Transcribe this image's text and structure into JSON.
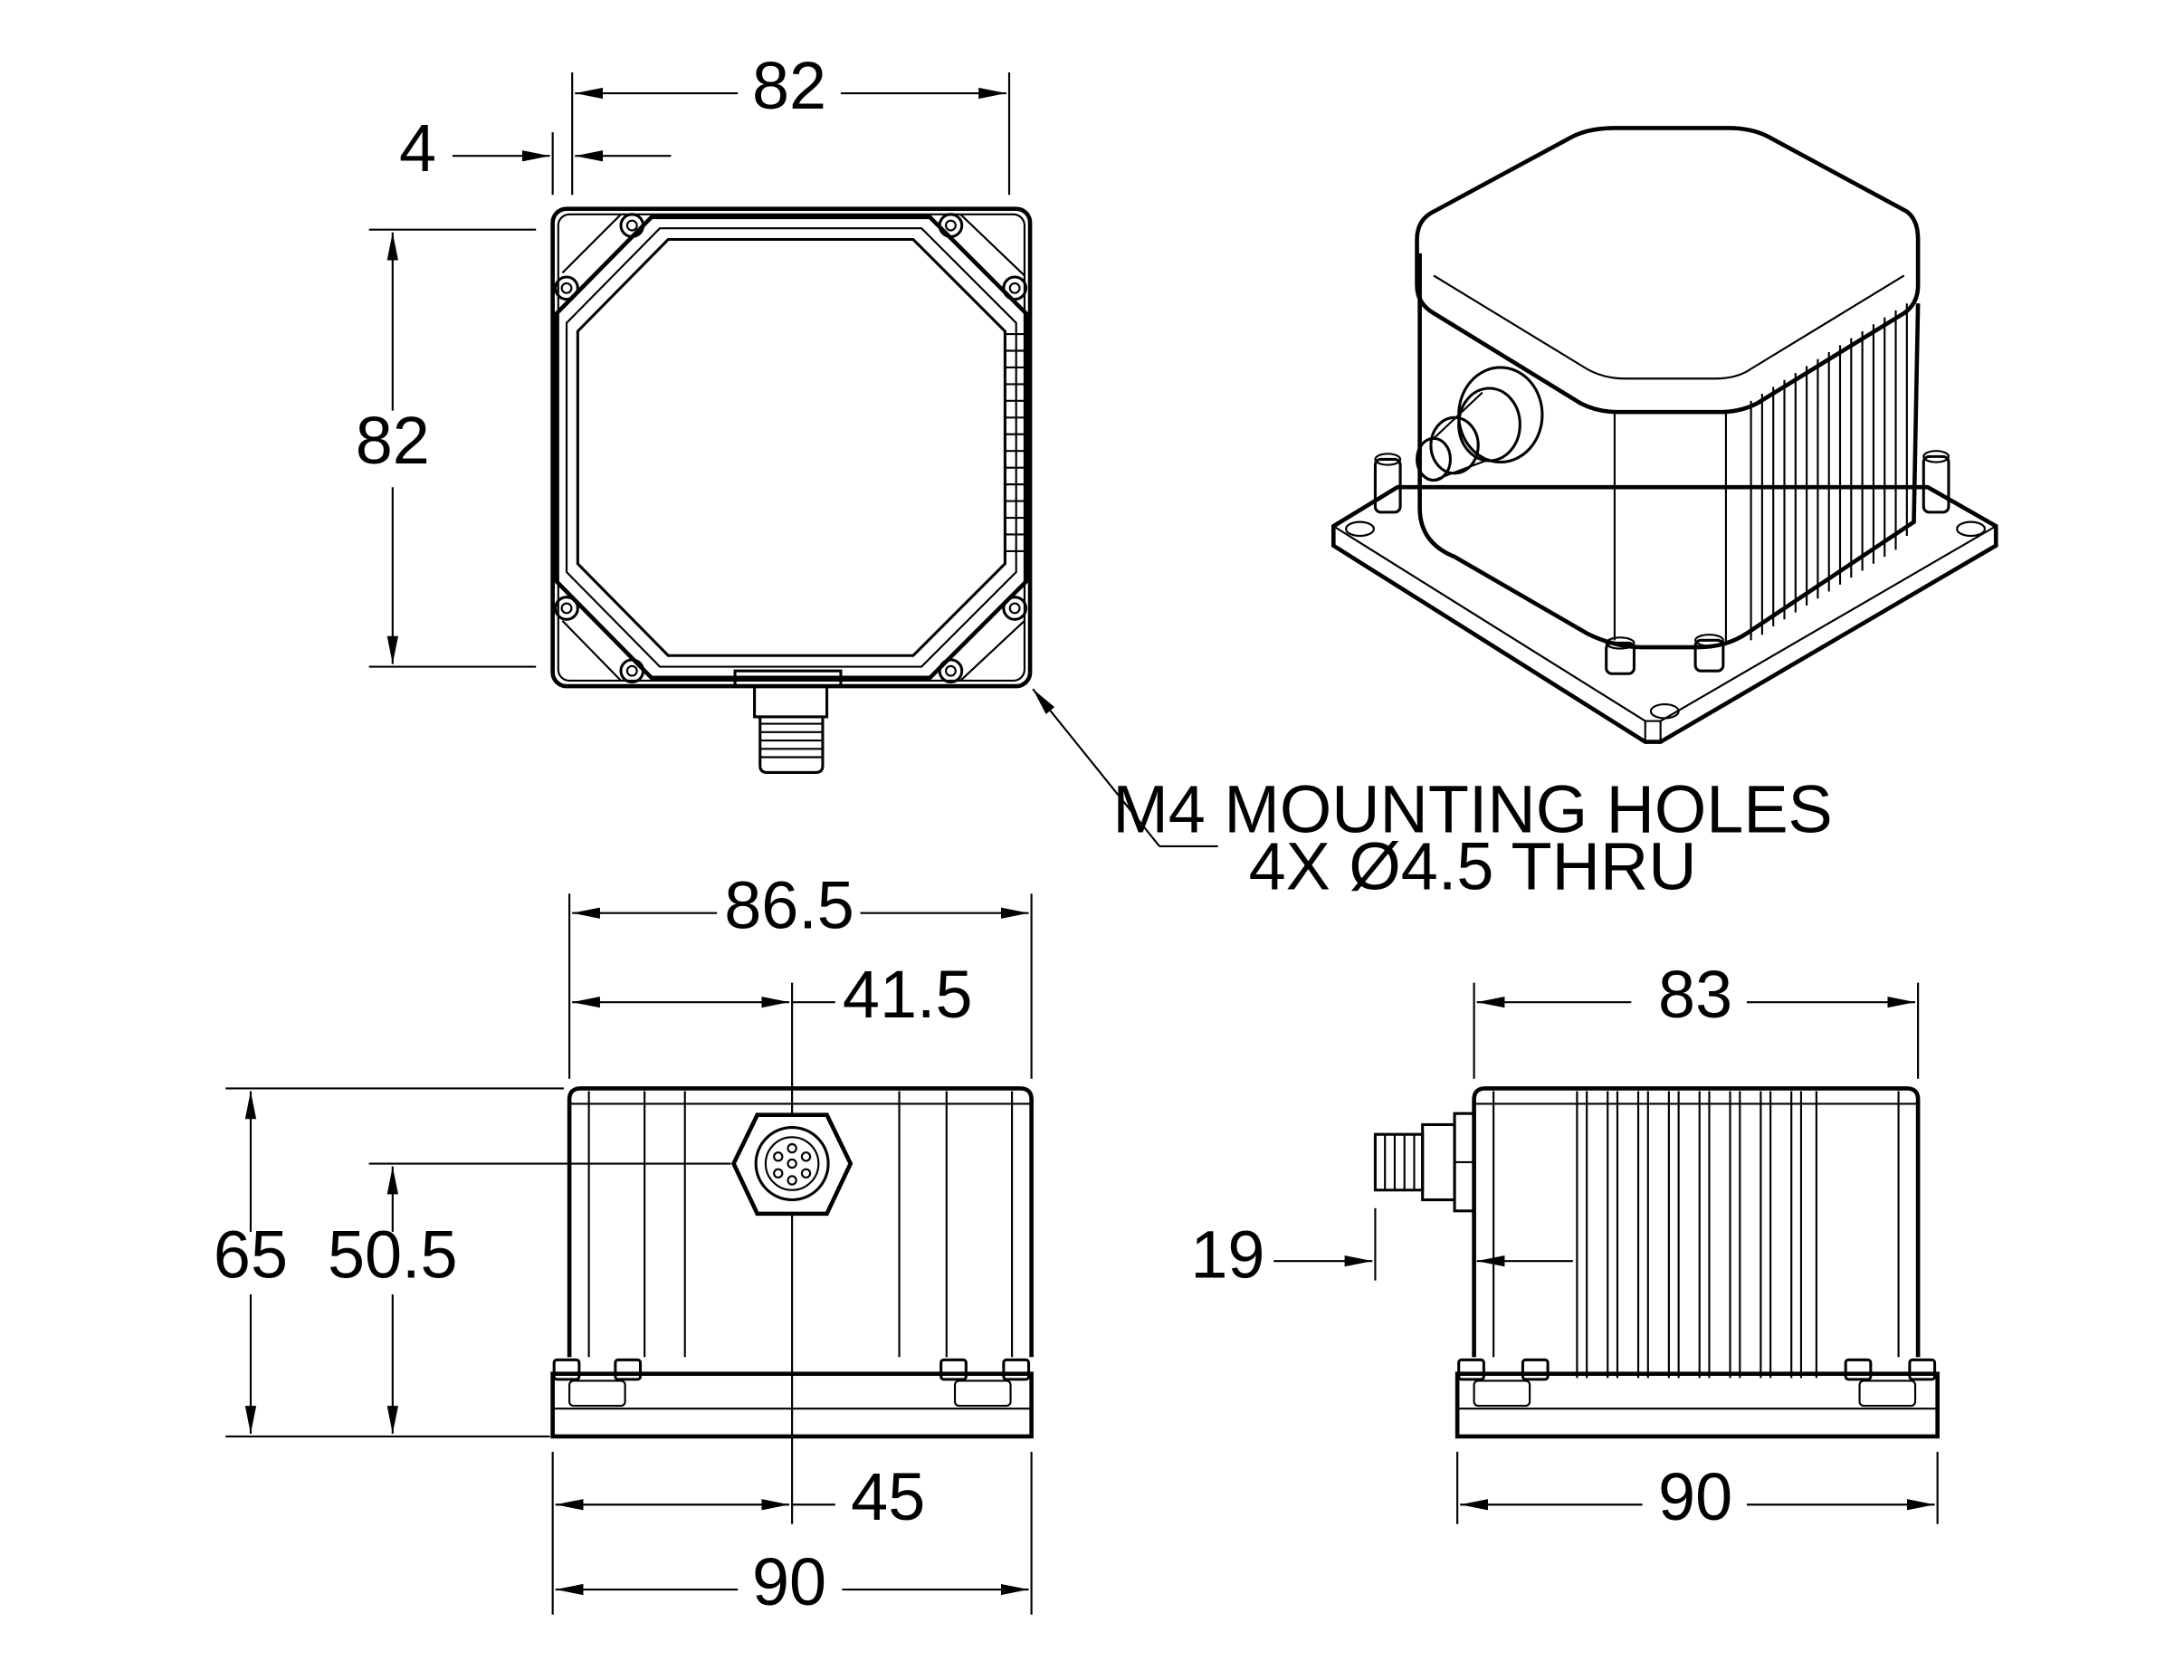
{
  "dimensions": {
    "top_width": "82",
    "top_offset": "4",
    "top_height": "82",
    "front_upper_width": "86.5",
    "front_connector_offset": "41.5",
    "front_total_height": "65",
    "front_connector_height": "50.5",
    "front_center_offset": "45",
    "front_total_width": "90",
    "side_body_width": "83",
    "side_connector_depth": "19",
    "side_total_width": "90"
  },
  "callout": {
    "line1": "M4 MOUNTING HOLES",
    "line2": "4X Ø4.5 THRU"
  }
}
